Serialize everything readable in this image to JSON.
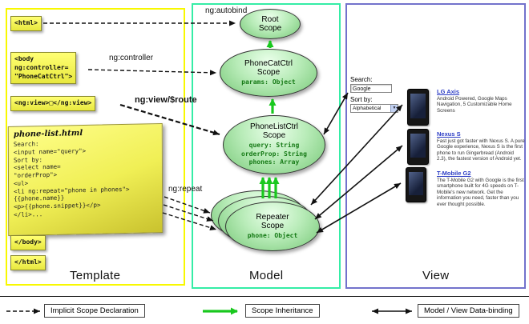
{
  "colors": {
    "template_border": "#f8f800",
    "model_border": "#35eda6",
    "view_border": "#7272cc",
    "scope_fill": "#a6e0a6",
    "scope_prop_text": "#167a16",
    "inheritance_arrow": "#19c81e",
    "note_fill": "#f4ef5a",
    "phone_link": "#2b3cc4"
  },
  "template_column": {
    "label": "Template",
    "html_open": "<html>",
    "body_open": "<body\nng:controller=\n\"PhoneCatCtrl\">",
    "ng_view_tag": "<ng:view>□</ng:view>",
    "body_close": "</body>",
    "html_close": "</html>",
    "note_title": "phone-list.html",
    "note_code": [
      "Search:",
      "<input name=\"query\">",
      "Sort by:",
      "<select name=",
      "\"orderProp\">",
      "<ul>",
      "<li ng:repeat=\"phone in phones\">",
      "{{phone.name}}",
      "<p>{{phone.snippet}}</p>",
      "</li>..."
    ]
  },
  "model_column": {
    "label": "Model",
    "root_scope": {
      "title": "Root\nScope"
    },
    "phonecat_scope": {
      "title": "PhoneCatCtrl\nScope",
      "props": [
        "params: Object"
      ]
    },
    "phonelist_scope": {
      "title": "PhoneListCtrl\nScope",
      "props": [
        "query: String",
        "orderProp: String",
        "phones: Array"
      ]
    },
    "repeater_scope": {
      "title": "Repeater\nScope",
      "props": [
        "phone: Object"
      ]
    }
  },
  "arrow_labels": {
    "autobind": "ng:autobind",
    "controller": "ng:controller",
    "view_route": "ng:view/$route",
    "repeat": "ng:repeat"
  },
  "view_column": {
    "label": "View",
    "search_label": "Search:",
    "search_value": "Google",
    "sort_label": "Sort by:",
    "sort_value": "Alphabetical",
    "phones": [
      {
        "name": "LG Axis",
        "description": "Android Powered, Google Maps Navigation, 5 Customizable Home Screens"
      },
      {
        "name": "Nexus S",
        "description": "Fast just got faster with Nexus S. A pure Google experience, Nexus S is the first phone to run Gingerbread (Android 2.3), the fastest version of Android yet."
      },
      {
        "name": "T-Mobile G2",
        "description": "The T-Mobile G2 with Google is the first smartphone built for 4G speeds on T-Mobile's new network. Get the information you need, faster than you ever thought possible."
      }
    ]
  },
  "legend": {
    "implicit_label": "Implicit Scope Declaration",
    "inheritance_label": "Scope Inheritance",
    "binding_label": "Model / View Data-binding"
  }
}
